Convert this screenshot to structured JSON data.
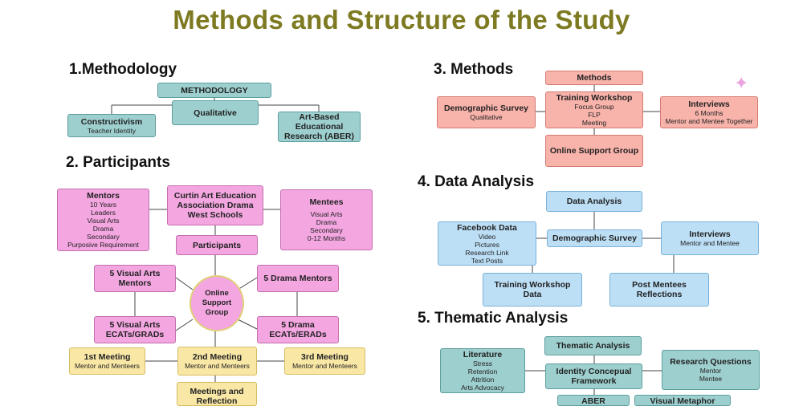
{
  "title": "Methods and Structure of the Study",
  "colors": {
    "title": "#7d7a22",
    "teal": "#9ecfcf",
    "pink": "#f3a6e0",
    "yellow": "#f9e7a6",
    "salmon": "#f8b3ab",
    "blue": "#bcdff6"
  },
  "sections": {
    "methodology": "1.Methodology",
    "participants": "2. Participants",
    "methods": "3. Methods",
    "data_analysis": "4. Data Analysis",
    "thematic": "5. Thematic Analysis"
  },
  "methodology": {
    "root": "METHODOLOGY",
    "qualitative": "Qualitative",
    "constructivism": {
      "title": "Constructivism",
      "sub": "Teacher Identity"
    },
    "aber": {
      "title": "Art-Based Educational Research (ABER)"
    }
  },
  "participants": {
    "mentors": {
      "title": "Mentors",
      "lines": [
        "10 Years",
        "Leaders",
        "Visual Arts",
        "Drama",
        "Secondary",
        "Purposive Requirement"
      ]
    },
    "curtin": {
      "title": "Curtin Art Education Association Drama West Schools"
    },
    "mentees": {
      "title": "Mentees",
      "lines": [
        "Visual Arts",
        "Drama",
        "Secondary",
        "0-12 Months"
      ]
    },
    "participants": "Participants",
    "va_mentors": "5 Visual Arts Mentors",
    "drama_mentors": "5 Drama Mentors",
    "online_group": "Online Support Group",
    "va_ecats": "5 Visual Arts ECATs/GRADs",
    "drama_ecats": "5 Drama ECATs/ERADs",
    "meeting1": {
      "title": "1st Meeting",
      "sub": "Mentor and Menteers"
    },
    "meeting2": {
      "title": "2nd Meeting",
      "sub": "Mentor and Menteers"
    },
    "meeting3": {
      "title": "3rd Meeting",
      "sub": "Mentor and Menteers"
    },
    "reflection": "Meetings and Reflection"
  },
  "methods": {
    "root": "Methods",
    "demographic": {
      "title": "Demographic Survey",
      "sub": "Qualitative"
    },
    "workshop": {
      "title": "Training Workshop",
      "lines": [
        "Focus Group",
        "FLP",
        "Meeting"
      ]
    },
    "interviews": {
      "title": "Interviews",
      "lines": [
        "6 Months",
        "Mentor and Mentee Together"
      ]
    },
    "online": "Online Support Group"
  },
  "data_analysis": {
    "root": "Data Analysis",
    "facebook": {
      "title": "Facebook Data",
      "lines": [
        "Video",
        "Pictures",
        "Research Link",
        "Text Posts"
      ]
    },
    "demographic": "Demographic Survey",
    "interviews": {
      "title": "Interviews",
      "sub": "Mentor and Mentee"
    },
    "workshop": "Training Workshop Data",
    "post": "Post Mentees Reflections"
  },
  "thematic": {
    "root": "Thematic Analysis",
    "literature": {
      "title": "Literature",
      "lines": [
        "Stress",
        "Retention",
        "Attrition",
        "Arts Advocacy"
      ]
    },
    "identity": "Identity Concepual Framework",
    "research": {
      "title": "Research Questions",
      "lines": [
        "Mentor",
        "Mentee"
      ]
    },
    "aber": "ABER",
    "visual": "Visual Metaphor"
  }
}
